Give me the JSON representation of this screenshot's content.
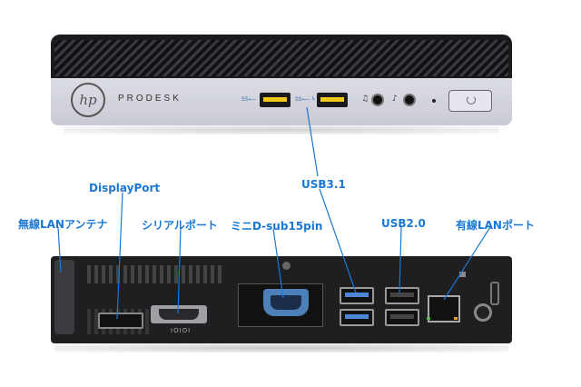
{
  "front": {
    "logo": "hp",
    "brand": "PRODESK",
    "usb_tag_left": "SS⟵",
    "usb_tag_right": "SS⟵ ϟ",
    "icons": [
      "headphone-icon",
      "headset-icon",
      "power-icon"
    ]
  },
  "back": {
    "serial_text": "IOIOI"
  },
  "labels": {
    "usb31": "USB3.1",
    "displayport": "DisplayPort",
    "wireless_antenna": "無線LANアンテナ",
    "serial_port": "シリアルポート",
    "mini_dsub": "ミニD-sub15pin",
    "usb20": "USB2.0",
    "wired_lan": "有線LANポート"
  },
  "colors": {
    "label": "#1a78d4",
    "usb3_insert": "#f0c919",
    "line": "#1a78d4"
  }
}
